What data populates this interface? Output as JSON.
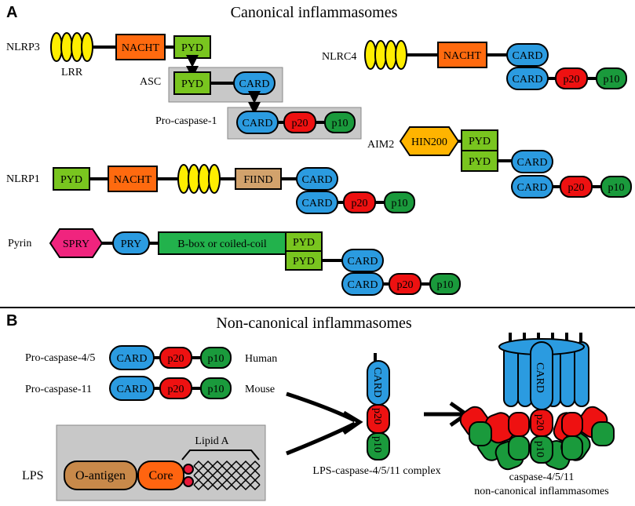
{
  "panels": {
    "a": {
      "letter": "A",
      "title": "Canonical inflammasomes"
    },
    "b": {
      "letter": "B",
      "title": "Non-canonical inflammasomes"
    }
  },
  "domains": {
    "nacht": "NACHT",
    "pyd": "PYD",
    "card": "CARD",
    "p20": "p20",
    "p10": "p10",
    "hin200": "HIN200",
    "fiind": "FIIND",
    "spry": "SPRY",
    "pry": "PRY",
    "bbox": "B-box or coiled-coil",
    "oantigen": "O-antigen",
    "core": "Core"
  },
  "labels": {
    "nlrp3": "NLRP3",
    "lrr": "LRR",
    "asc": "ASC",
    "procasp1": "Pro-caspase-1",
    "nlrc4": "NLRC4",
    "aim2": "AIM2",
    "nlrp1": "NLRP1",
    "pyrin": "Pyrin",
    "procasp45": "Pro-caspase-4/5",
    "procasp11": "Pro-caspase-11",
    "human": "Human",
    "mouse": "Mouse",
    "lps": "LPS",
    "lipida": "Lipid A",
    "complex": "LPS-caspase-4/5/11 complex",
    "result1": "caspase-4/5/11",
    "result2": "non-canonical inflammasomes"
  },
  "colors": {
    "lrr": "#ffee00",
    "nacht": "#ff6a0f",
    "pyd": "#79c51f",
    "card": "#2b9be0",
    "p20": "#ee1111",
    "p10": "#1a9a3c",
    "hin200": "#ffb400",
    "fiind": "#d2a26c",
    "spry": "#f0247e",
    "bbox": "#22b24c",
    "oantigen": "#c8894a",
    "core": "#ff6410",
    "lipid": "#e8193a",
    "shade": "#c8c8c8"
  }
}
